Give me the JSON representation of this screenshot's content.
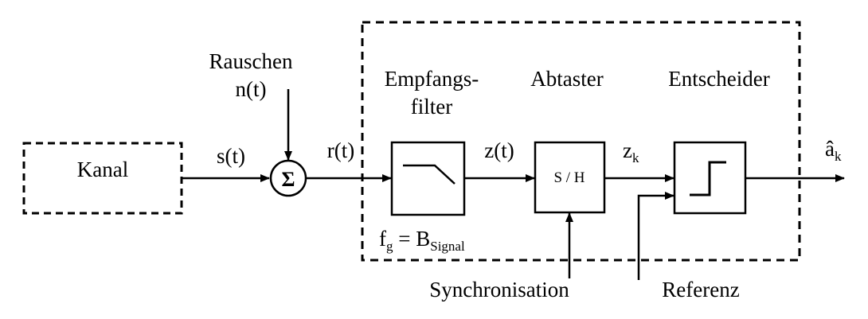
{
  "blocks": {
    "kanal": "Kanal",
    "sum_symbol": "Σ",
    "sample_hold": "S / H"
  },
  "labels": {
    "rauschen": "Rauschen",
    "noise": "n(t)",
    "s_t": "s(t)",
    "r_t": "r(t)",
    "z_t": "z(t)",
    "z_k_base": "z",
    "z_k_sub": "k",
    "a_k_base": "â",
    "a_k_sub": "k",
    "empfangsfilter_line1": "Empfangs-",
    "empfangsfilter_line2": "filter",
    "abtaster": "Abtaster",
    "entscheider": "Entscheider",
    "fg_base": "f",
    "fg_sub": "g",
    "fg_eq": " = B",
    "fg_sub2": "Signal",
    "synchronisation": "Synchronisation",
    "referenz": "Referenz"
  }
}
